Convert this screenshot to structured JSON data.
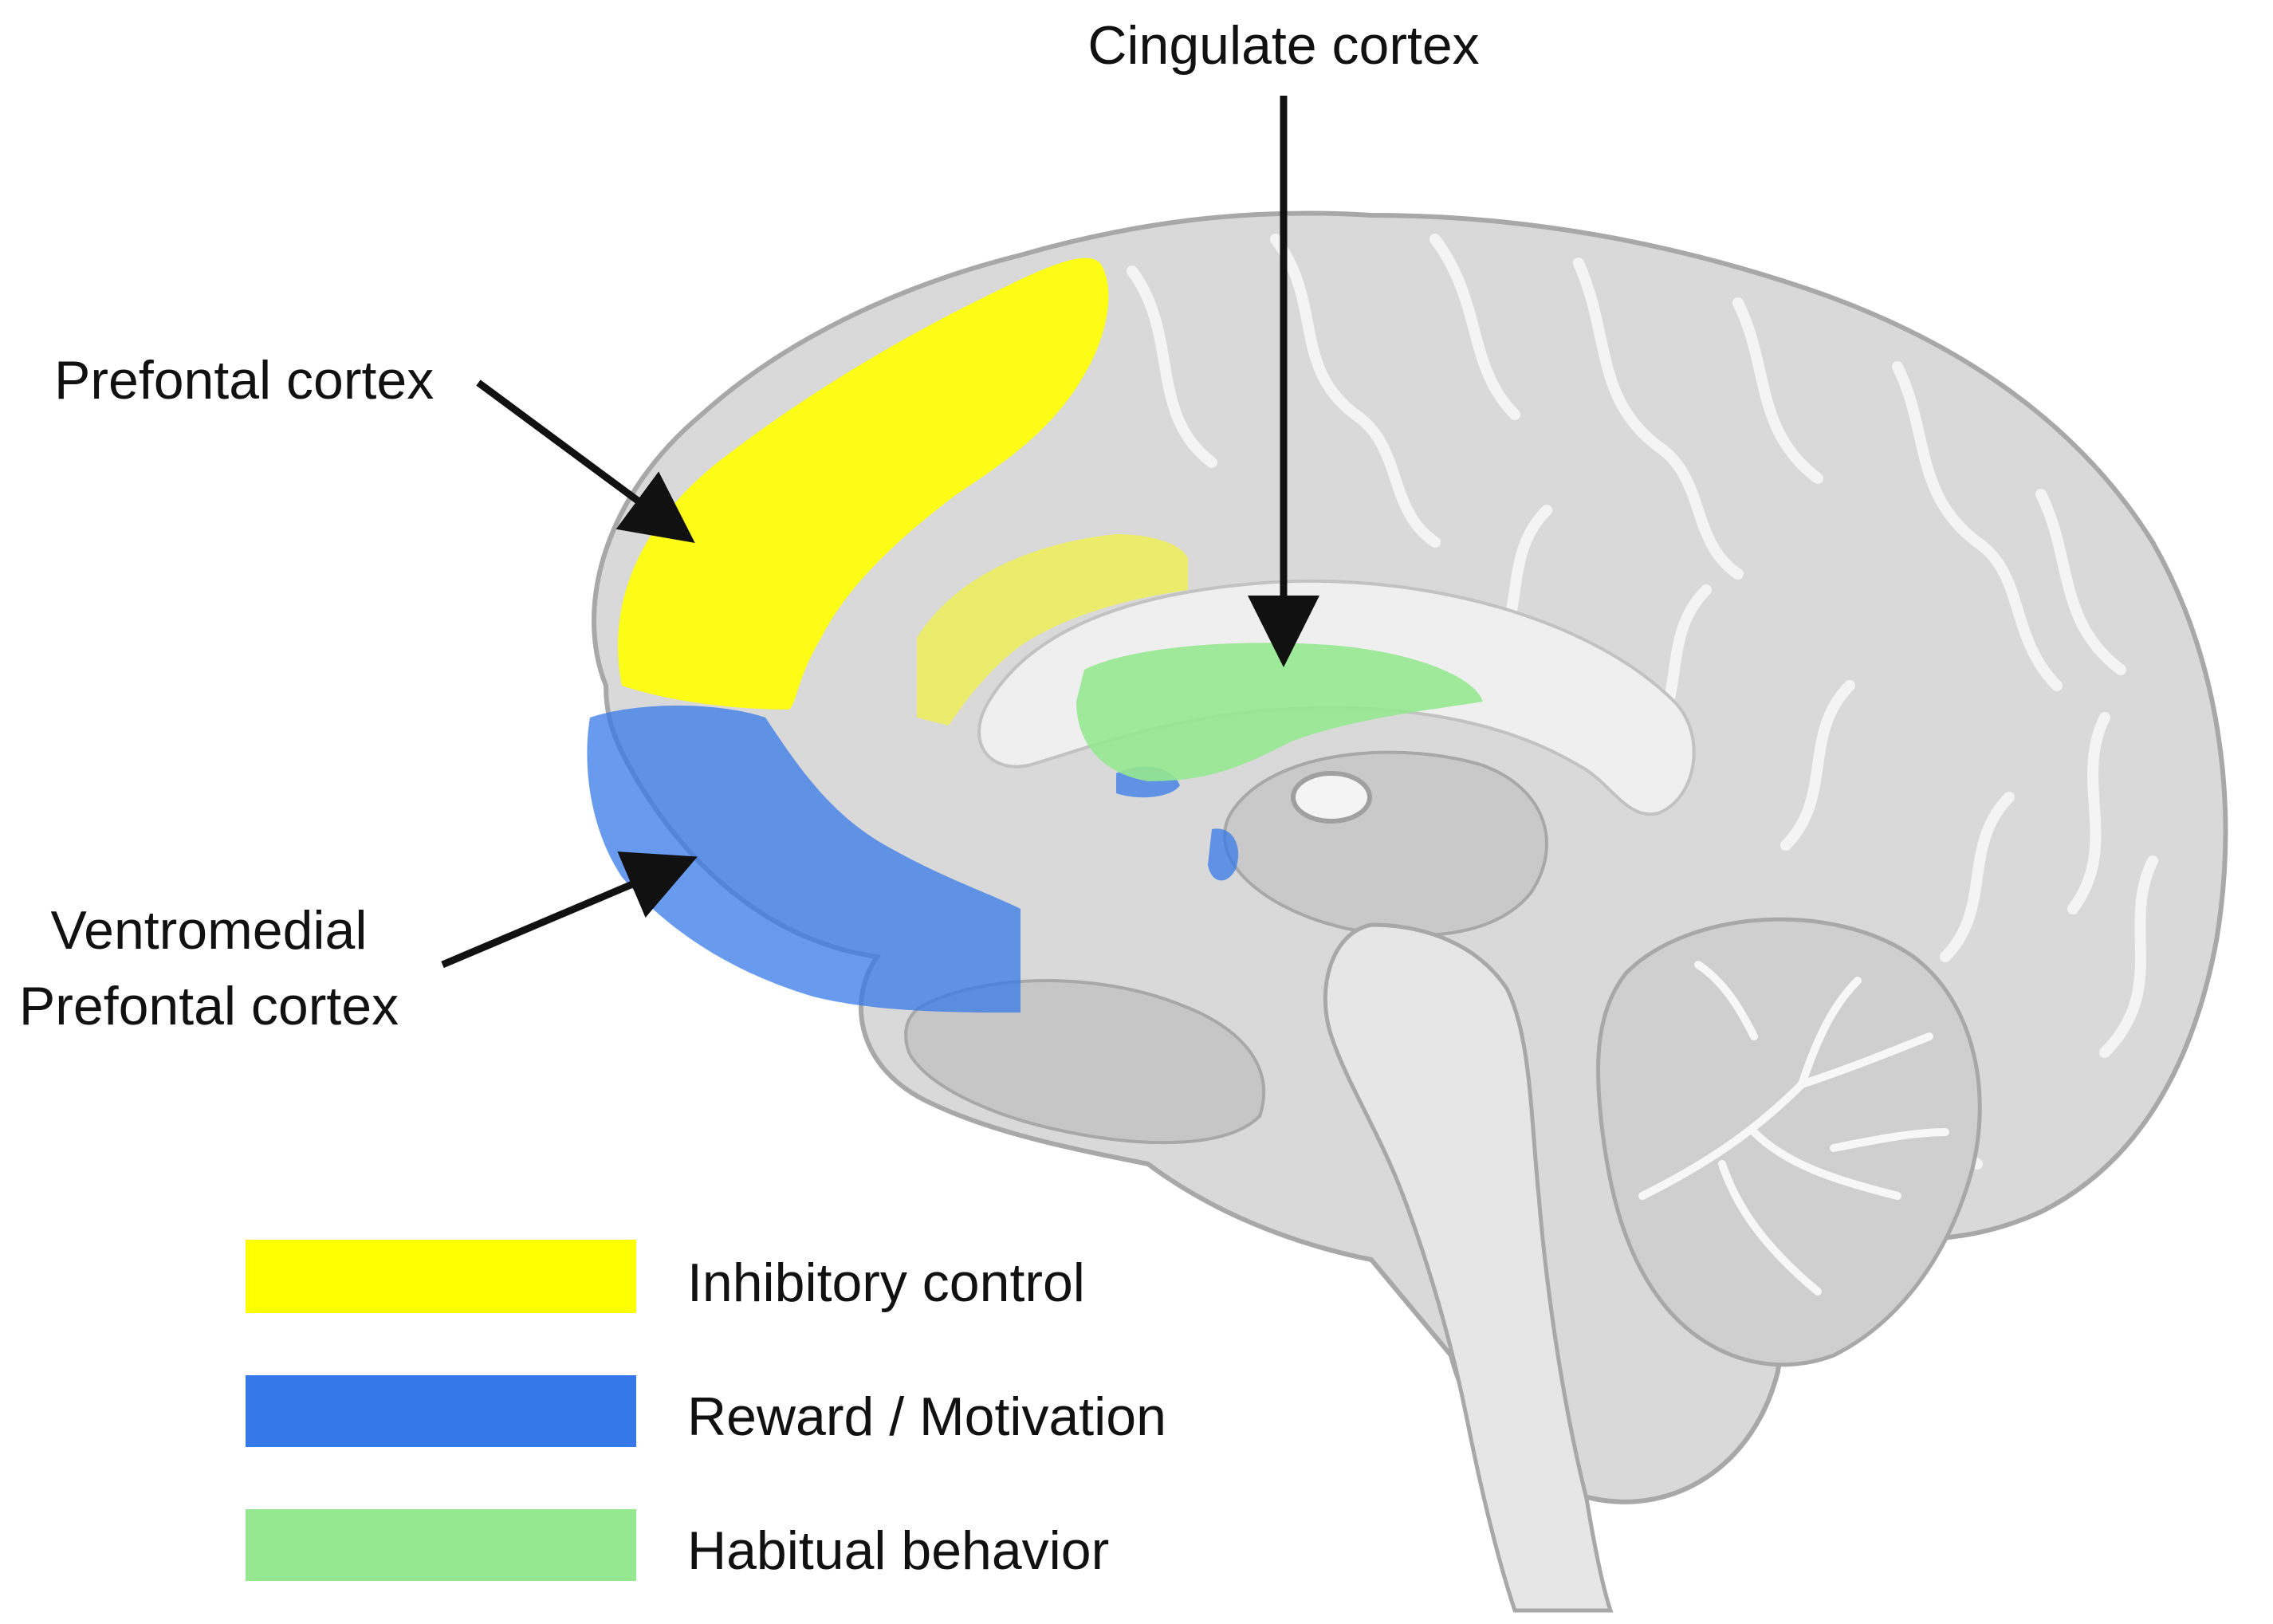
{
  "labels": {
    "cingulate": "Cingulate cortex",
    "prefrontal": "Prefontal cortex",
    "vmpfc_line1": "Ventromedial",
    "vmpfc_line2": "Prefontal cortex"
  },
  "legend": [
    {
      "label": "Inhibitory control",
      "color": "#ffff00"
    },
    {
      "label": "Reward / Motivation",
      "color": "#3579e8"
    },
    {
      "label": "Habitual behavior",
      "color": "#96e890"
    }
  ],
  "colors": {
    "brain_fill": "#d9d9d9",
    "brain_dark": "#c2c2c2",
    "brain_light": "#efefef",
    "arrow": "#111111"
  }
}
